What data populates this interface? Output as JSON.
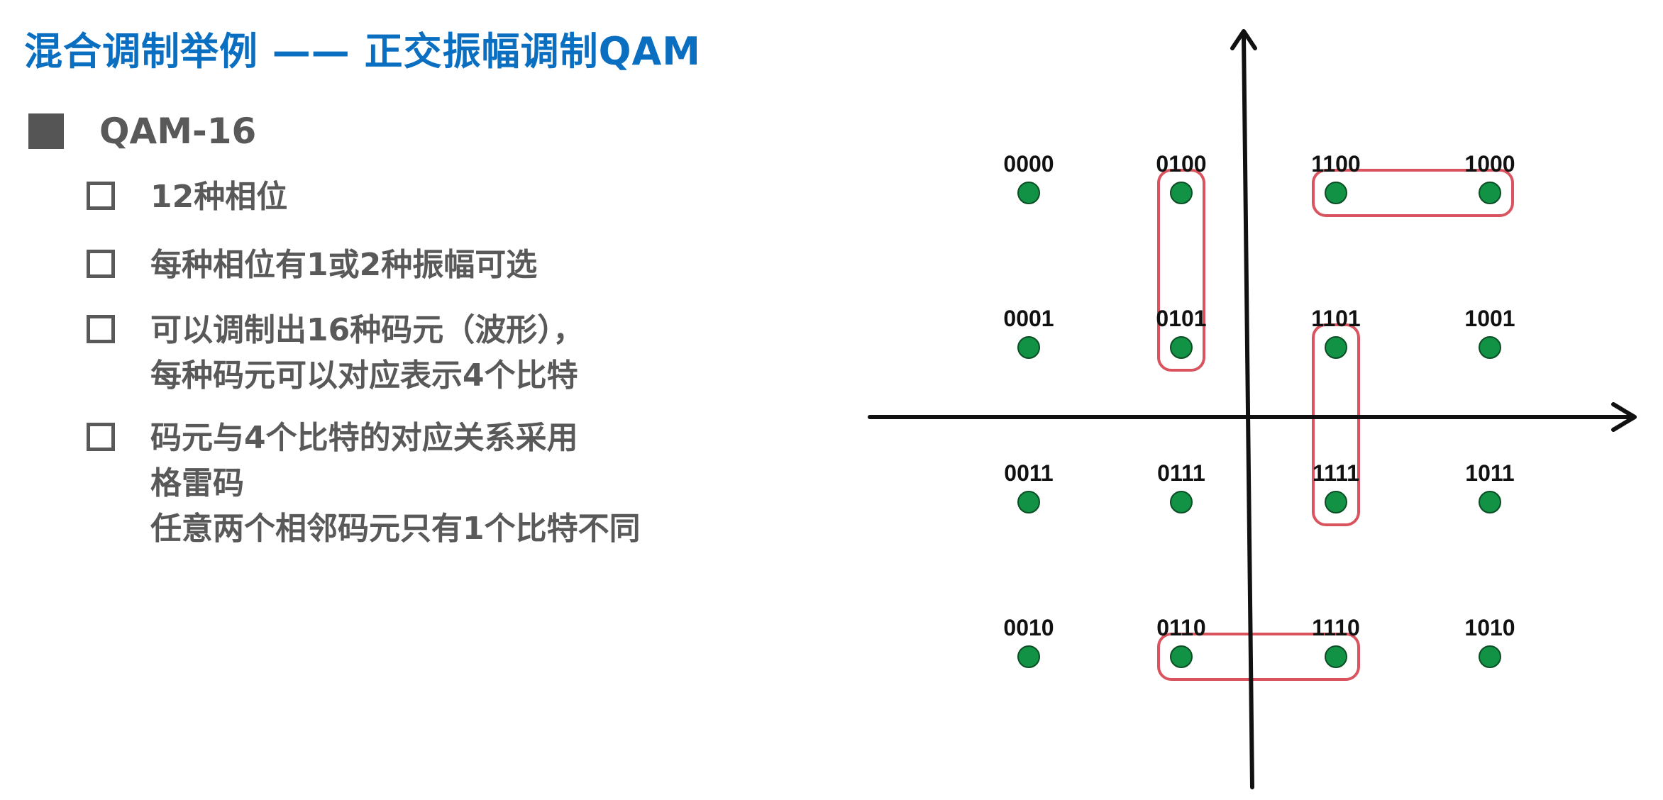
{
  "title": "混合调制举例 —— 正交振幅调制QAM",
  "section": {
    "heading": "QAM-16",
    "items": [
      {
        "lines": [
          "12种相位"
        ]
      },
      {
        "lines": [
          "每种相位有1或2种振幅可选"
        ]
      },
      {
        "lines": [
          "可以调制出16种码元（波形），",
          "每种码元可以对应表示4个比特"
        ]
      },
      {
        "lines": [
          "码元与4个比特的对应关系采用",
          "格雷码",
          "任意两个相邻码元只有1个比特不同"
        ]
      }
    ]
  },
  "constellation": {
    "colors": {
      "point": "#129244",
      "point_stroke": "#0b4d24",
      "highlight": "#d9545f",
      "axis": "#111111"
    },
    "rows": [
      [
        "0000",
        "0100",
        "1100",
        "1000"
      ],
      [
        "0001",
        "0101",
        "1101",
        "1001"
      ],
      [
        "0011",
        "0111",
        "1111",
        "1011"
      ],
      [
        "0010",
        "0110",
        "1110",
        "1010"
      ]
    ],
    "highlight_groups": [
      [
        "0100",
        "0101"
      ],
      [
        "1100",
        "1000"
      ],
      [
        "1101",
        "1111"
      ],
      [
        "0110",
        "1110"
      ]
    ]
  }
}
